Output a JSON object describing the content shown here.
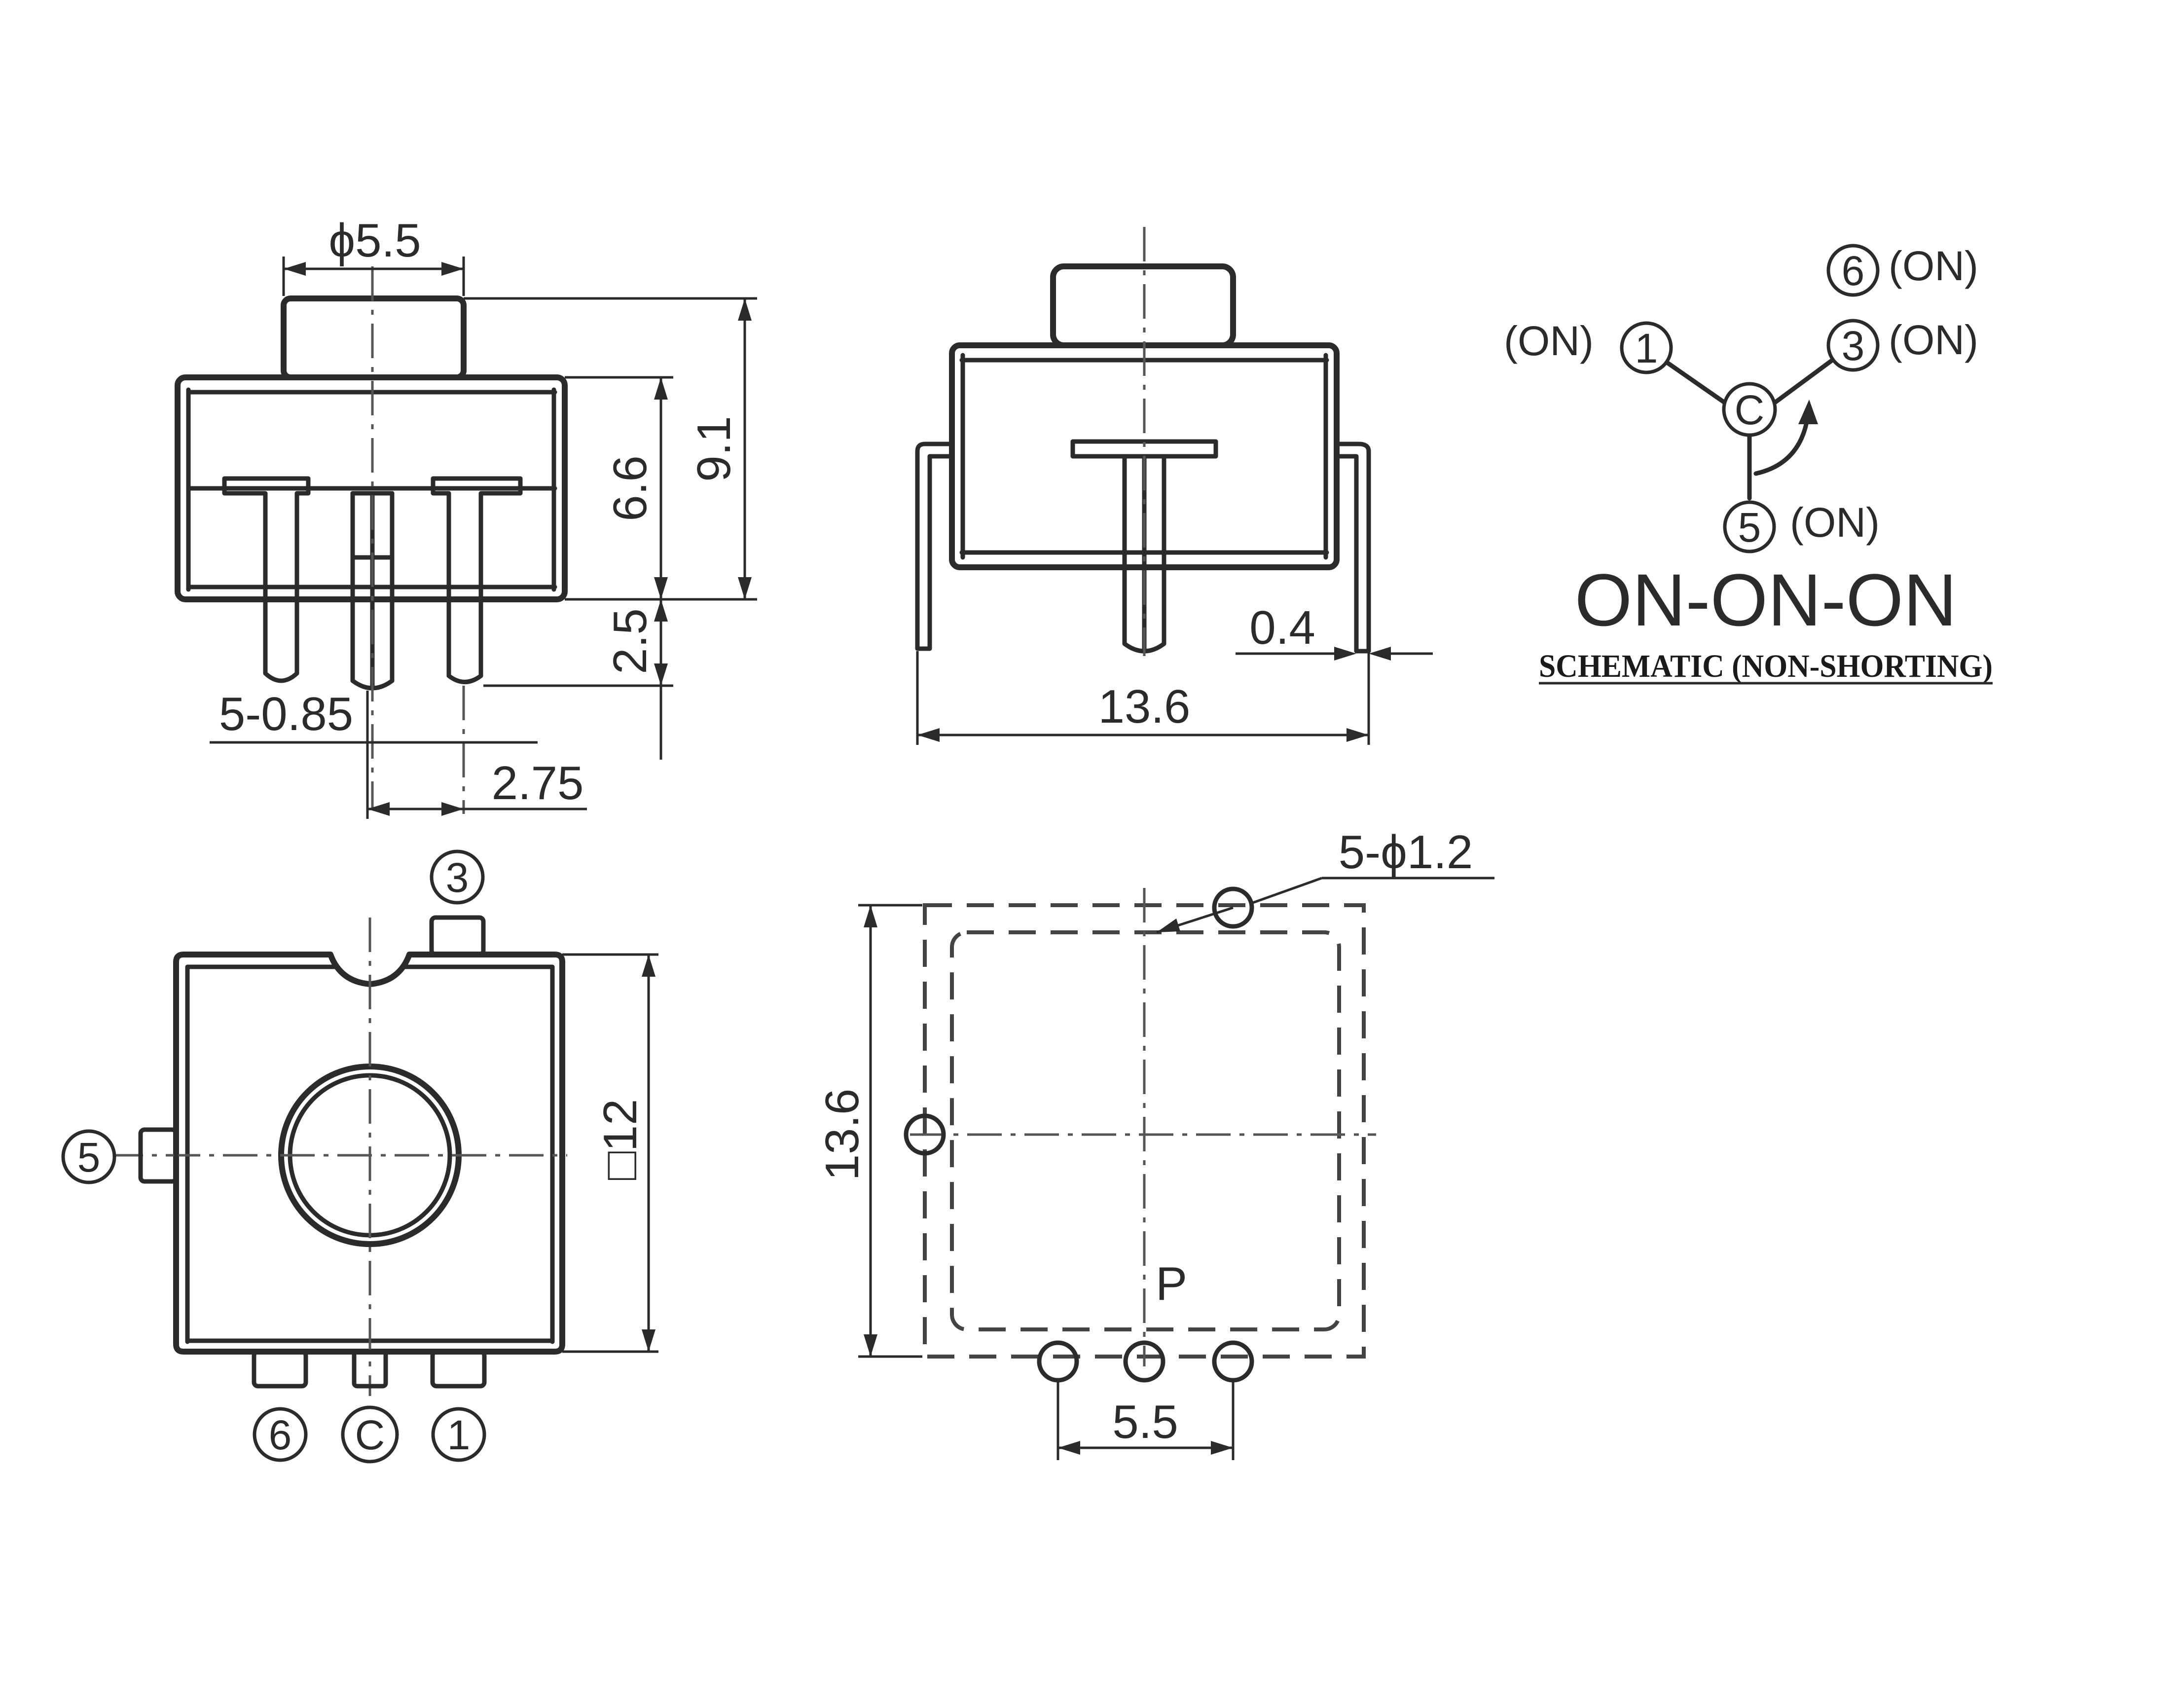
{
  "side_view": {
    "dim_cap_diameter": "ϕ5.5",
    "dim_body_height": "6.6",
    "dim_total_height": "9.1",
    "dim_pin_length": "2.5",
    "dim_pin_width": "5-0.85",
    "dim_pin_pitch": "2.75"
  },
  "front_view": {
    "dim_width": "13.6",
    "dim_lead_thickness": "0.4"
  },
  "schematic": {
    "on_label_1": "(ON)",
    "terminal_1": "1",
    "terminal_c": "C",
    "terminal_6": "6",
    "on_label_6": "(ON)",
    "terminal_3": "3",
    "on_label_3": "(ON)",
    "terminal_5": "5",
    "on_label_5": "(ON)",
    "mode": "ON-ON-ON",
    "caption": "SCHEMATIC (NON-SHORTING)"
  },
  "top_view": {
    "pin_3": "3",
    "pin_5": "5",
    "pin_6": "6",
    "pin_c": "C",
    "pin_1": "1",
    "dim_body_square": "□12"
  },
  "pcb_layout": {
    "dim_hole": "5-ϕ1.2",
    "dim_height": "13.6",
    "label_p": "P",
    "dim_pitch": "5.5"
  }
}
